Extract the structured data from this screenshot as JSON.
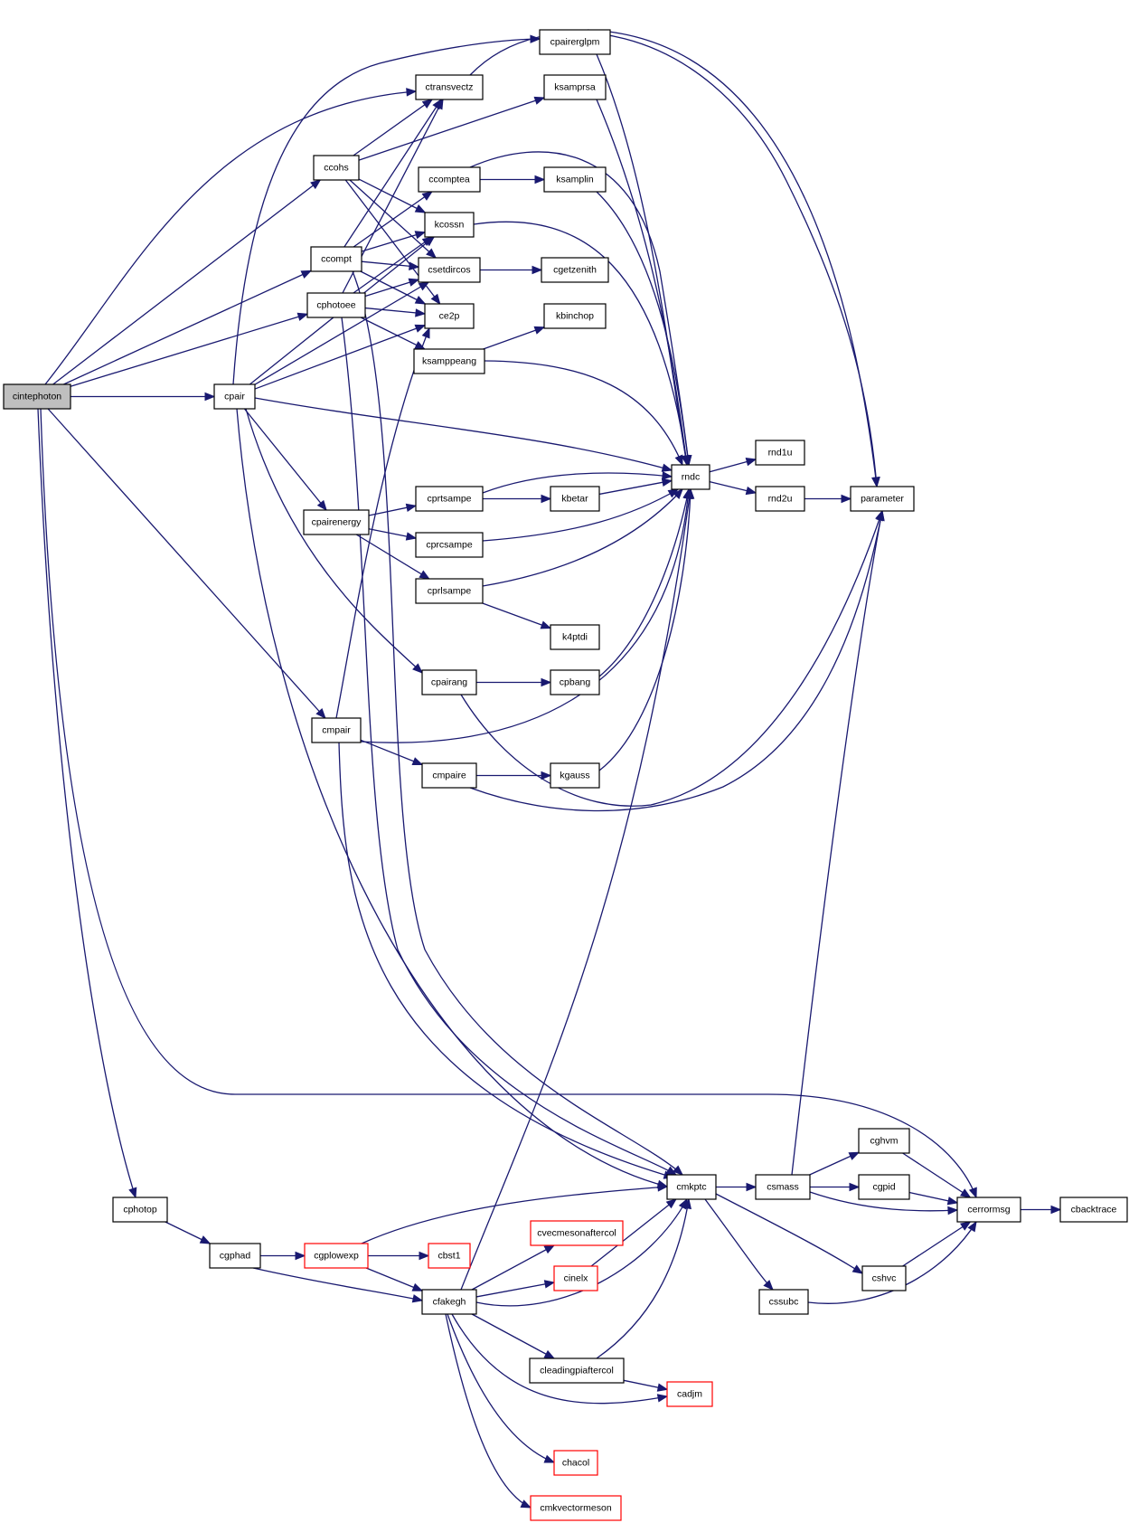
{
  "diagram": {
    "colors": {
      "edge": "#191970",
      "box_border": "#000000",
      "box_border_external": "#ff0000",
      "root_fill": "#bfbfbf"
    },
    "nodes": [
      {
        "id": "cintephoton",
        "label": "cintephoton",
        "root": true
      },
      {
        "id": "cpair",
        "label": "cpair"
      },
      {
        "id": "ccohs",
        "label": "ccohs"
      },
      {
        "id": "ccompt",
        "label": "ccompt"
      },
      {
        "id": "cphotoee",
        "label": "cphotoee"
      },
      {
        "id": "cmpair",
        "label": "cmpair"
      },
      {
        "id": "cphotop",
        "label": "cphotop"
      },
      {
        "id": "cpairerglpm",
        "label": "cpairerglpm"
      },
      {
        "id": "ctransvectz",
        "label": "ctransvectz"
      },
      {
        "id": "ksamprsa",
        "label": "ksamprsa"
      },
      {
        "id": "ccomptea",
        "label": "ccomptea"
      },
      {
        "id": "ksamplin",
        "label": "ksamplin"
      },
      {
        "id": "kcossn",
        "label": "kcossn"
      },
      {
        "id": "csetdircos",
        "label": "csetdircos"
      },
      {
        "id": "cgetzenith",
        "label": "cgetzenith"
      },
      {
        "id": "ce2p",
        "label": "ce2p"
      },
      {
        "id": "kbinchop",
        "label": "kbinchop"
      },
      {
        "id": "ksamppeang",
        "label": "ksamppeang"
      },
      {
        "id": "rndc",
        "label": "rndc"
      },
      {
        "id": "rnd1u",
        "label": "rnd1u"
      },
      {
        "id": "rnd2u",
        "label": "rnd2u"
      },
      {
        "id": "parameter",
        "label": "parameter"
      },
      {
        "id": "cpairenergy",
        "label": "cpairenergy"
      },
      {
        "id": "cprtsampe",
        "label": "cprtsampe"
      },
      {
        "id": "kbetar",
        "label": "kbetar"
      },
      {
        "id": "cprcsampe",
        "label": "cprcsampe"
      },
      {
        "id": "cprlsampe",
        "label": "cprlsampe"
      },
      {
        "id": "k4ptdi",
        "label": "k4ptdi"
      },
      {
        "id": "cpairang",
        "label": "cpairang"
      },
      {
        "id": "cpbang",
        "label": "cpbang"
      },
      {
        "id": "cmpaire",
        "label": "cmpaire"
      },
      {
        "id": "kgauss",
        "label": "kgauss"
      },
      {
        "id": "cghvm",
        "label": "cghvm"
      },
      {
        "id": "cmkptc",
        "label": "cmkptc"
      },
      {
        "id": "csmass",
        "label": "csmass"
      },
      {
        "id": "cgpid",
        "label": "cgpid"
      },
      {
        "id": "cerrormsg",
        "label": "cerrormsg"
      },
      {
        "id": "cbacktrace",
        "label": "cbacktrace"
      },
      {
        "id": "cgphad",
        "label": "cgphad"
      },
      {
        "id": "cgplowexp",
        "label": "cgplowexp",
        "external": true
      },
      {
        "id": "cbst1",
        "label": "cbst1",
        "external": true
      },
      {
        "id": "cvecmesonaftercol",
        "label": "cvecmesonaftercol",
        "external": true
      },
      {
        "id": "cinelx",
        "label": "cinelx",
        "external": true
      },
      {
        "id": "cshvc",
        "label": "cshvc"
      },
      {
        "id": "cfakegh",
        "label": "cfakegh"
      },
      {
        "id": "cssubc",
        "label": "cssubc"
      },
      {
        "id": "cleadingpiaftercol",
        "label": "cleadingpiaftercol"
      },
      {
        "id": "cadjm",
        "label": "cadjm",
        "external": true
      },
      {
        "id": "chacol",
        "label": "chacol",
        "external": true
      },
      {
        "id": "cmkvectormeson",
        "label": "cmkvectormeson",
        "external": true
      }
    ],
    "edges": [
      [
        "cintephoton",
        "cpair"
      ],
      [
        "cintephoton",
        "ccohs"
      ],
      [
        "cintephoton",
        "ccompt"
      ],
      [
        "cintephoton",
        "cphotoee"
      ],
      [
        "cintephoton",
        "cmpair"
      ],
      [
        "cintephoton",
        "cphotop"
      ],
      [
        "cintephoton",
        "ctransvectz"
      ],
      [
        "cintephoton",
        "cerrormsg"
      ],
      [
        "ccohs",
        "ctransvectz"
      ],
      [
        "ccohs",
        "ksamprsa"
      ],
      [
        "ccohs",
        "kcossn"
      ],
      [
        "ccohs",
        "csetdircos"
      ],
      [
        "ccohs",
        "ce2p"
      ],
      [
        "ccompt",
        "ctransvectz"
      ],
      [
        "ccompt",
        "ccomptea"
      ],
      [
        "ccompt",
        "kcossn"
      ],
      [
        "ccompt",
        "csetdircos"
      ],
      [
        "ccompt",
        "ce2p"
      ],
      [
        "ccompt",
        "cmkptc"
      ],
      [
        "cphotoee",
        "ctransvectz"
      ],
      [
        "cphotoee",
        "kcossn"
      ],
      [
        "cphotoee",
        "csetdircos"
      ],
      [
        "cphotoee",
        "ce2p"
      ],
      [
        "cphotoee",
        "ksamppeang"
      ],
      [
        "cphotoee",
        "cmkptc"
      ],
      [
        "cpair",
        "cpairerglpm"
      ],
      [
        "cpair",
        "kcossn"
      ],
      [
        "cpair",
        "csetdircos"
      ],
      [
        "cpair",
        "ce2p"
      ],
      [
        "cpair",
        "rndc"
      ],
      [
        "cpair",
        "cpairenergy"
      ],
      [
        "cpair",
        "cpairang"
      ],
      [
        "cpair",
        "cmkptc"
      ],
      [
        "cpairerglpm",
        "rndc"
      ],
      [
        "cpairerglpm",
        "parameter"
      ],
      [
        "ctransvectz",
        "parameter"
      ],
      [
        "ksamprsa",
        "rndc"
      ],
      [
        "ccomptea",
        "ksamplin"
      ],
      [
        "ccomptea",
        "rndc"
      ],
      [
        "ksamplin",
        "rndc"
      ],
      [
        "kcossn",
        "rndc"
      ],
      [
        "csetdircos",
        "cgetzenith"
      ],
      [
        "ksamppeang",
        "kbinchop"
      ],
      [
        "ksamppeang",
        "rndc"
      ],
      [
        "rndc",
        "rnd1u"
      ],
      [
        "rndc",
        "rnd2u"
      ],
      [
        "rnd2u",
        "parameter"
      ],
      [
        "cpairenergy",
        "cprtsampe"
      ],
      [
        "cpairenergy",
        "cprcsampe"
      ],
      [
        "cpairenergy",
        "cprlsampe"
      ],
      [
        "cprtsampe",
        "kbetar"
      ],
      [
        "cprtsampe",
        "rndc"
      ],
      [
        "kbetar",
        "rndc"
      ],
      [
        "cprcsampe",
        "rndc"
      ],
      [
        "cprlsampe",
        "rndc"
      ],
      [
        "cprlsampe",
        "k4ptdi"
      ],
      [
        "cpairang",
        "cpbang"
      ],
      [
        "cpairang",
        "parameter"
      ],
      [
        "cpbang",
        "rndc"
      ],
      [
        "cmpair",
        "rndc"
      ],
      [
        "cmpair",
        "cmpaire"
      ],
      [
        "cmpair",
        "ce2p"
      ],
      [
        "cmpair",
        "cmkptc"
      ],
      [
        "cmpaire",
        "kgauss"
      ],
      [
        "cmpaire",
        "parameter"
      ],
      [
        "kgauss",
        "rndc"
      ],
      [
        "cphotop",
        "cgphad"
      ],
      [
        "cgphad",
        "cgplowexp"
      ],
      [
        "cgphad",
        "cfakegh"
      ],
      [
        "cgplowexp",
        "cbst1"
      ],
      [
        "cgplowexp",
        "cfakegh"
      ],
      [
        "cgplowexp",
        "cmkptc"
      ],
      [
        "cfakegh",
        "cmkptc"
      ],
      [
        "cfakegh",
        "rndc"
      ],
      [
        "cfakegh",
        "cvecmesonaftercol"
      ],
      [
        "cfakegh",
        "cinelx"
      ],
      [
        "cfakegh",
        "cleadingpiaftercol"
      ],
      [
        "cfakegh",
        "cadjm"
      ],
      [
        "cfakegh",
        "chacol"
      ],
      [
        "cfakegh",
        "cmkvectormeson"
      ],
      [
        "cinelx",
        "cmkptc"
      ],
      [
        "cleadingpiaftercol",
        "cmkptc"
      ],
      [
        "cleadingpiaftercol",
        "cadjm"
      ],
      [
        "cmkptc",
        "csmass"
      ],
      [
        "cmkptc",
        "cshvc"
      ],
      [
        "cmkptc",
        "cssubc"
      ],
      [
        "csmass",
        "cghvm"
      ],
      [
        "csmass",
        "cgpid"
      ],
      [
        "csmass",
        "cerrormsg"
      ],
      [
        "csmass",
        "parameter"
      ],
      [
        "cghvm",
        "cerrormsg"
      ],
      [
        "cgpid",
        "cerrormsg"
      ],
      [
        "cshvc",
        "cerrormsg"
      ],
      [
        "cssubc",
        "cerrormsg"
      ],
      [
        "cerrormsg",
        "cbacktrace"
      ]
    ]
  }
}
